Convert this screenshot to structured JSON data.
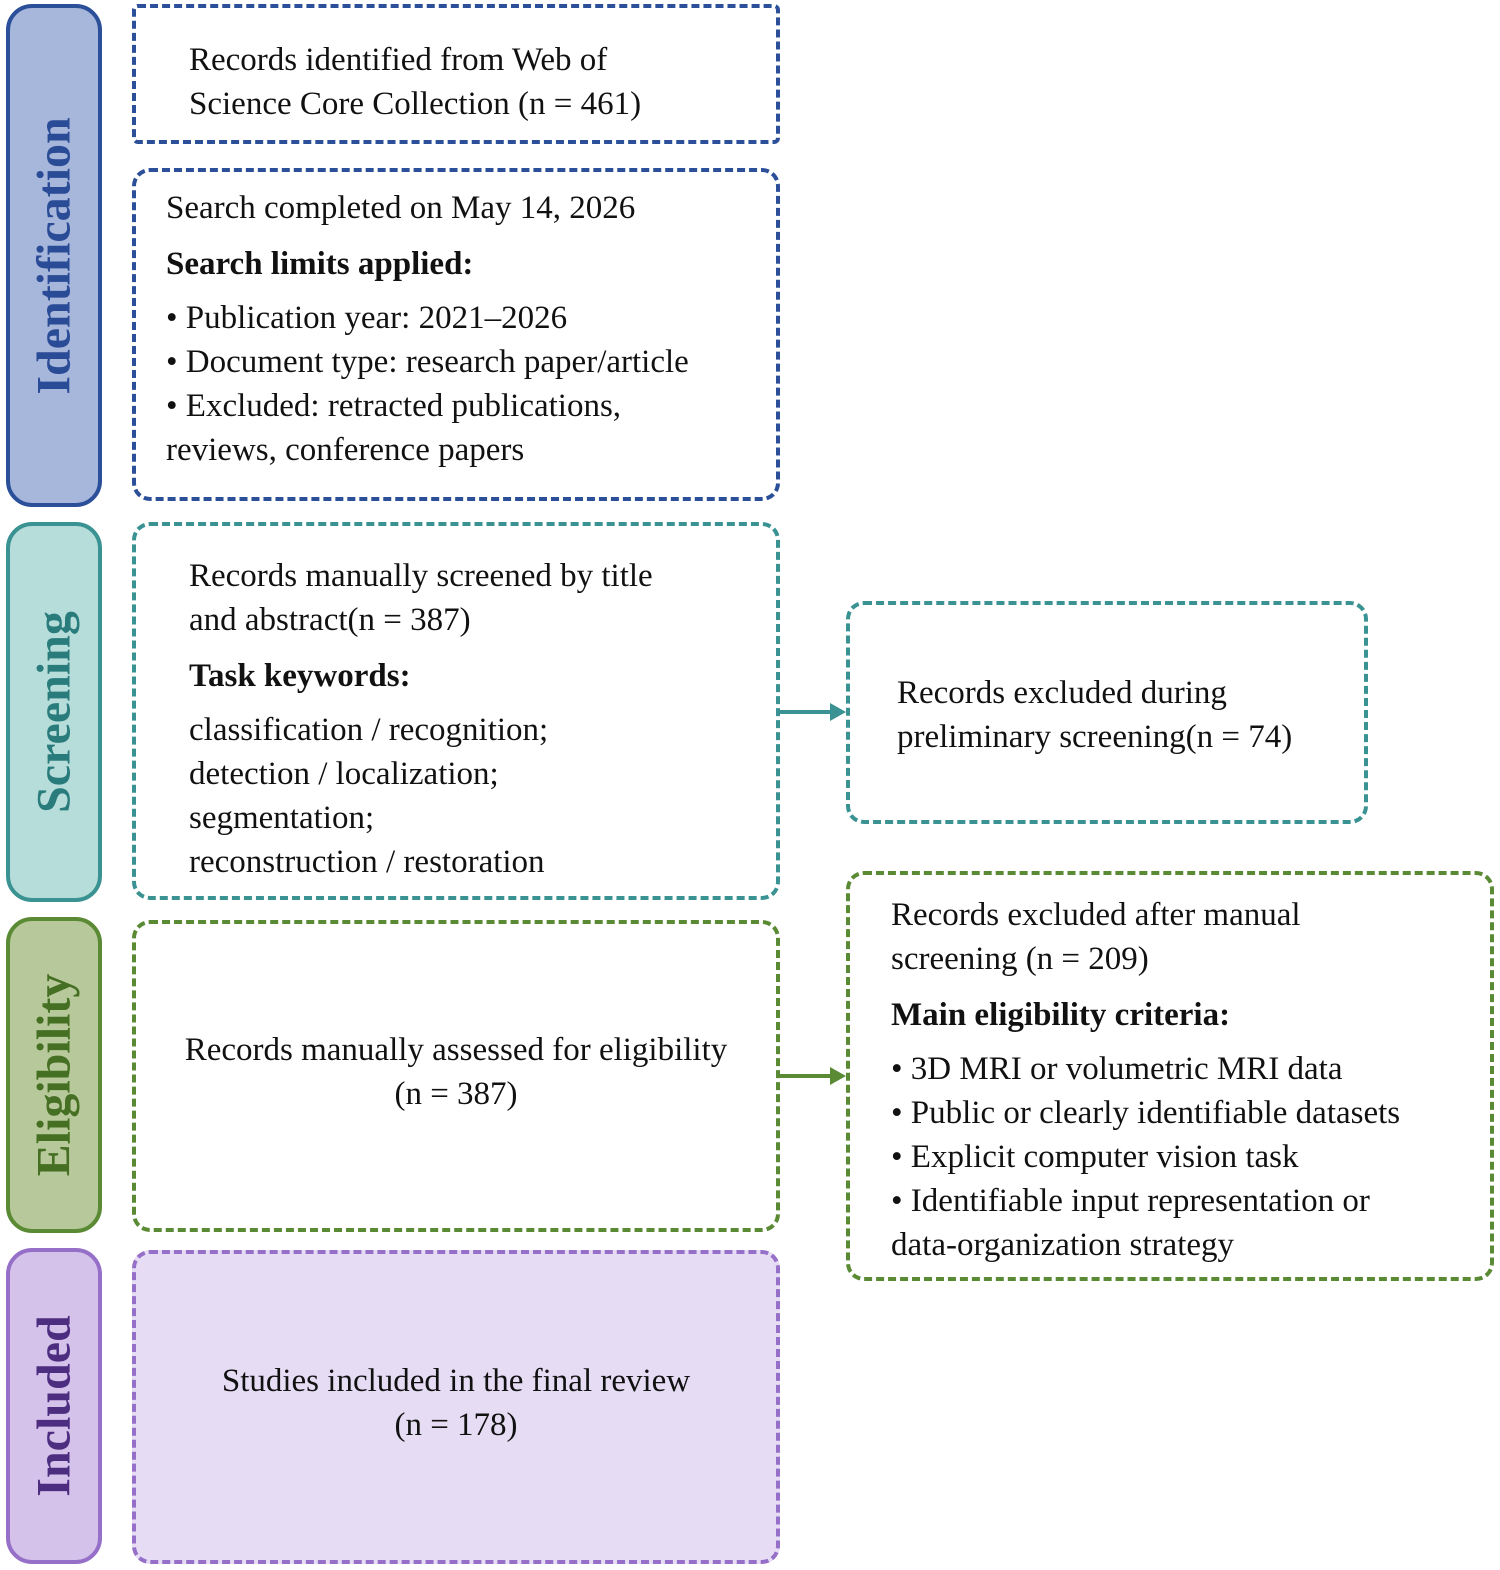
{
  "stages": {
    "identification": "Identification",
    "screening": "Screening",
    "eligibility": "Eligibility",
    "included": "Included"
  },
  "identification_box": {
    "line1": "Records identified from Web of",
    "line2": "Science Core Collection (n = 461)"
  },
  "search_box": {
    "completed": "Search completed on May 14, 2026",
    "limits_heading": "Search limits applied:",
    "item1": "• Publication year: 2021–2026",
    "item2": "• Document type: research paper/article",
    "item3": "• Excluded: retracted publications,",
    "item3_cont": "reviews, conference papers"
  },
  "screening_box": {
    "line1": "Records manually screened by title",
    "line2": "and abstract(n = 387)",
    "keywords_heading": "Task keywords:",
    "kw1": "classification / recognition;",
    "kw2": "detection / localization;",
    "kw3": "segmentation;",
    "kw4": "reconstruction / restoration"
  },
  "excluded_prelim_box": {
    "line1": "Records excluded during",
    "line2": "preliminary screening(n = 74)"
  },
  "eligibility_box": {
    "line1": "Records manually assessed for eligibility",
    "line2": "(n = 387)"
  },
  "excluded_manual_box": {
    "line1": "Records excluded after manual",
    "line2": "screening (n = 209)",
    "criteria_heading": "Main eligibility criteria:",
    "c1": "• 3D MRI or volumetric MRI data",
    "c2": "• Public or clearly identifiable datasets",
    "c3": "• Explicit computer vision task",
    "c4": "• Identifiable input representation or",
    "c4_cont": "data-organization strategy"
  },
  "included_box": {
    "line1": "Studies included in the final review",
    "line2": "(n = 178)"
  },
  "colors": {
    "identification": "#2c4f9a",
    "screening": "#3a9292",
    "eligibility": "#5a8a34",
    "included": "#9670c8"
  }
}
